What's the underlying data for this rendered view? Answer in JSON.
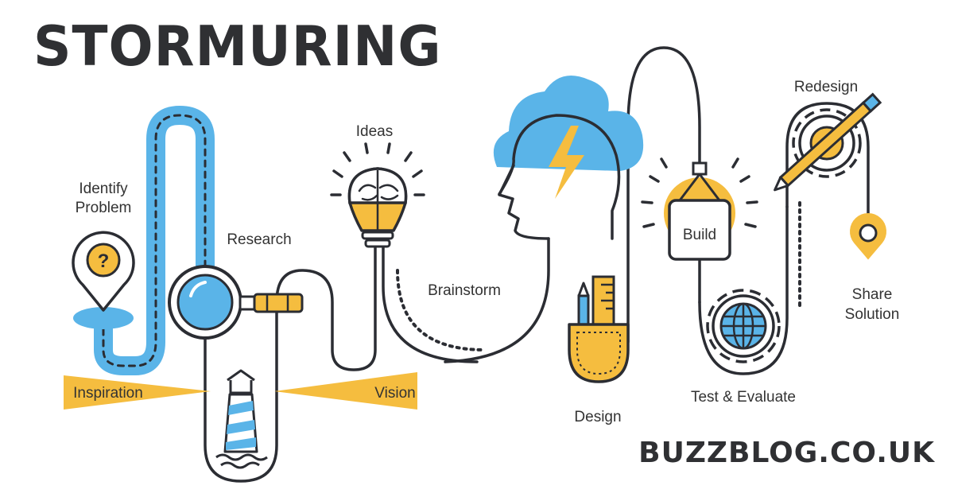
{
  "headline": "STORMURING",
  "site": "BUZZBLOG.CO.UK",
  "labels": {
    "identify_line1": "Identify",
    "identify_line2": "Problem",
    "research": "Research",
    "ideas": "Ideas",
    "brainstorm": "Brainstorm",
    "inspiration": "Inspiration",
    "vision": "Vision",
    "design": "Design",
    "build": "Build",
    "test": "Test & Evaluate",
    "redesign": "Redesign",
    "share_line1": "Share",
    "share_line2": "Solution"
  },
  "colors": {
    "ink": "#2b2d33",
    "blue": "#5ab4e8",
    "yellow": "#f5bd3f"
  }
}
